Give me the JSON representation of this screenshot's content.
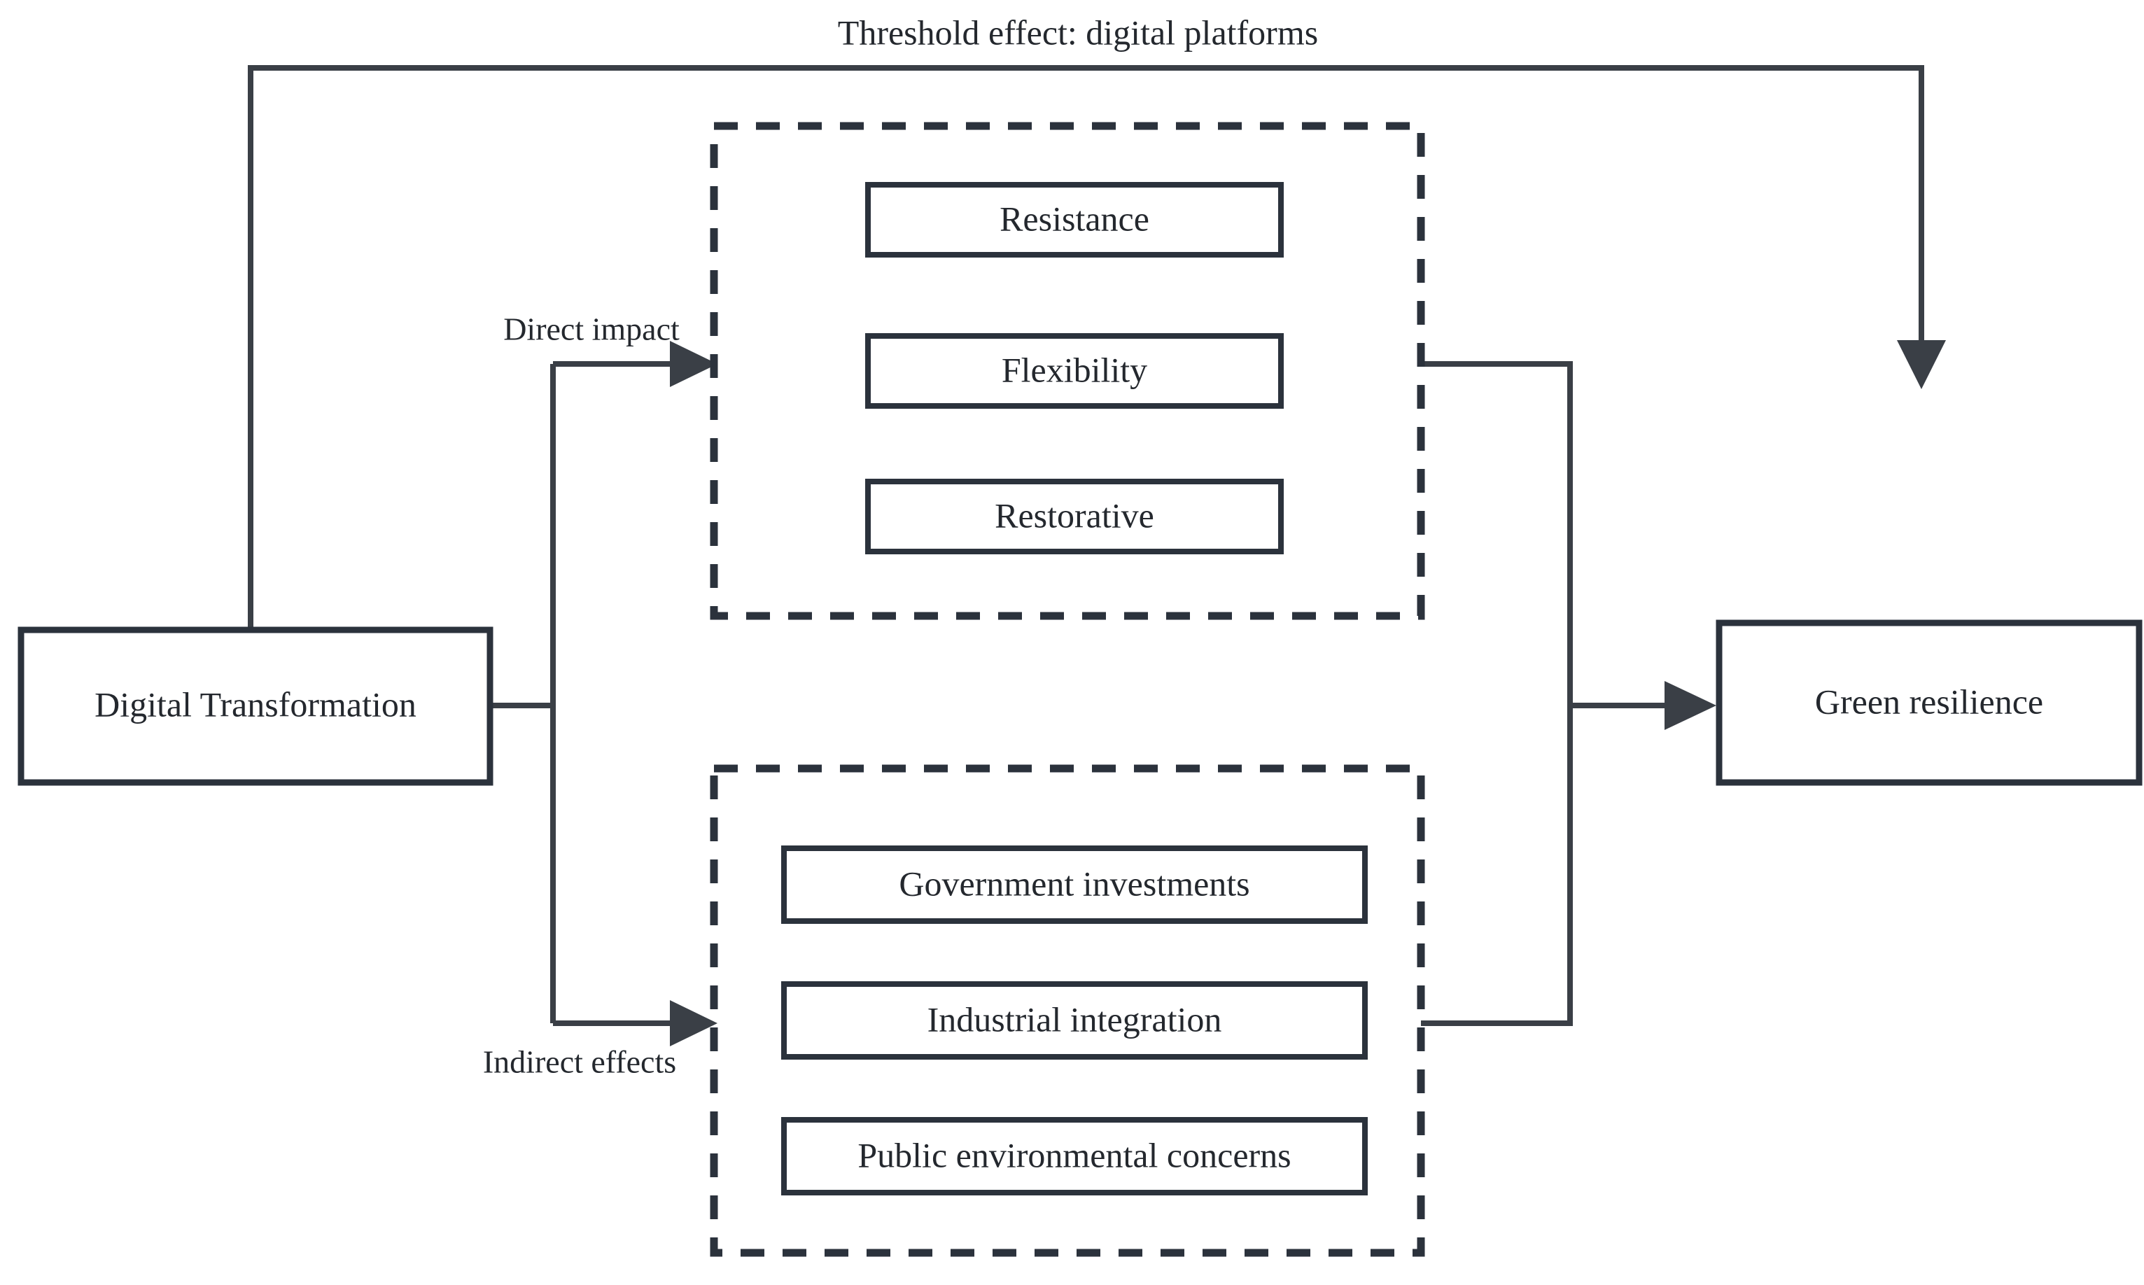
{
  "figure": {
    "title": "Threshold effect: digital platforms",
    "background_color": "#ffffff",
    "line_color": "#3a3f46",
    "box_border_color": "#2b323c",
    "text_color": "#24282e"
  },
  "nodes": {
    "source": {
      "label": "Digital Transformation"
    },
    "target": {
      "label": "Green resilience"
    }
  },
  "groups": [
    {
      "id": "green-resilience-dimensions",
      "style": "dashed",
      "items": [
        {
          "label": "Resistance"
        },
        {
          "label": "Flexibility"
        },
        {
          "label": "Restorative"
        }
      ]
    },
    {
      "id": "mediating-mechanisms",
      "style": "dashed",
      "items": [
        {
          "label": "Government investments"
        },
        {
          "label": "Industrial integration"
        },
        {
          "label": "Public environmental concerns"
        }
      ]
    }
  ],
  "edges": [
    {
      "id": "direct",
      "label": "Direct impact",
      "from": "source",
      "to": "green-resilience-dimensions"
    },
    {
      "id": "indirect",
      "label": "Indirect effects",
      "from": "source",
      "to": "mediating-mechanisms"
    },
    {
      "id": "threshold",
      "label": "Threshold effect: digital platforms",
      "from": "source",
      "to": "target"
    },
    {
      "id": "outcome",
      "label": "",
      "from": "groups",
      "to": "target"
    }
  ]
}
